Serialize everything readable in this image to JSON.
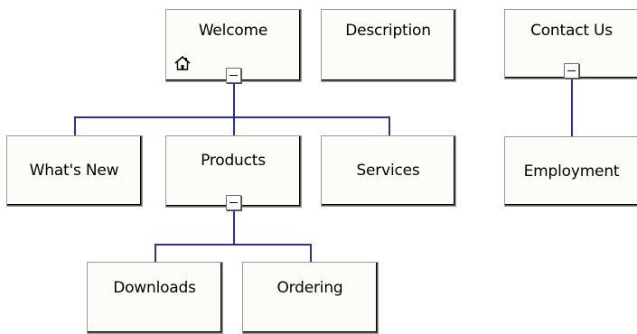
{
  "sitemap": {
    "root_pages": [
      {
        "id": "welcome",
        "label": "Welcome",
        "is_home": true,
        "expanded": true
      },
      {
        "id": "description",
        "label": "Description"
      },
      {
        "id": "contact",
        "label": "Contact Us",
        "expanded": true
      }
    ],
    "children_of_welcome": [
      {
        "id": "whats-new",
        "label": "What's New"
      },
      {
        "id": "products",
        "label": "Products",
        "expanded": true
      },
      {
        "id": "services",
        "label": "Services"
      }
    ],
    "children_of_products": [
      {
        "id": "downloads",
        "label": "Downloads"
      },
      {
        "id": "ordering",
        "label": "Ordering"
      }
    ],
    "children_of_contact": [
      {
        "id": "employment",
        "label": "Employment"
      }
    ]
  },
  "icons": {
    "home": "home-icon",
    "collapse": "collapse-toggle-icon"
  },
  "colors": {
    "connector": "#2b2f9a",
    "page_fill": "#fcfcf8"
  }
}
